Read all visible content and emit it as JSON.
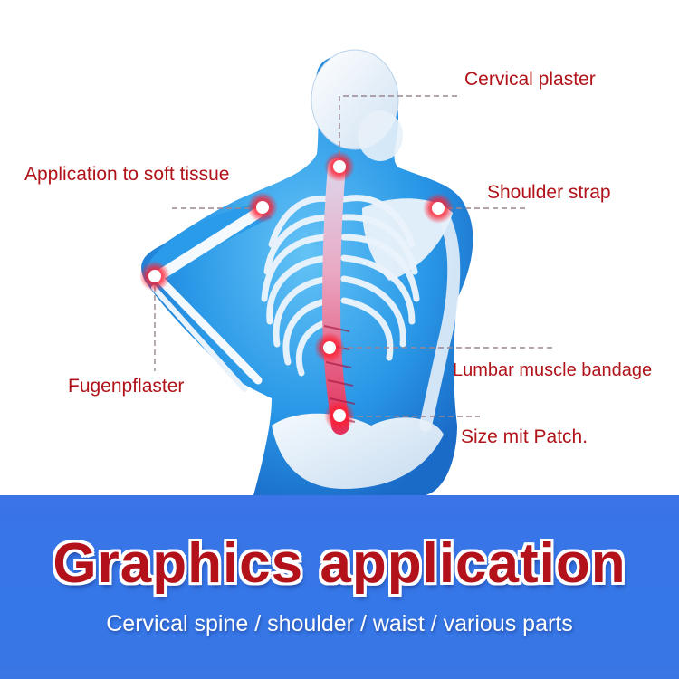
{
  "labels": {
    "cervical": "Cervical plaster",
    "soft_tissue": "Application to soft tissue",
    "shoulder": "Shoulder strap",
    "elbow": "Fugenpflaster",
    "lumbar": "Lumbar muscle bandage",
    "size": "Size mit Patch."
  },
  "banner": {
    "title": "Graphics application",
    "subtitle": "Cervical spine / shoulder / waist / various parts"
  },
  "colors": {
    "label_red": "#b0141a",
    "banner_blue": "#3a74e6",
    "body_blue": "#1e8fe0",
    "hotspot_red": "#e8192c"
  }
}
